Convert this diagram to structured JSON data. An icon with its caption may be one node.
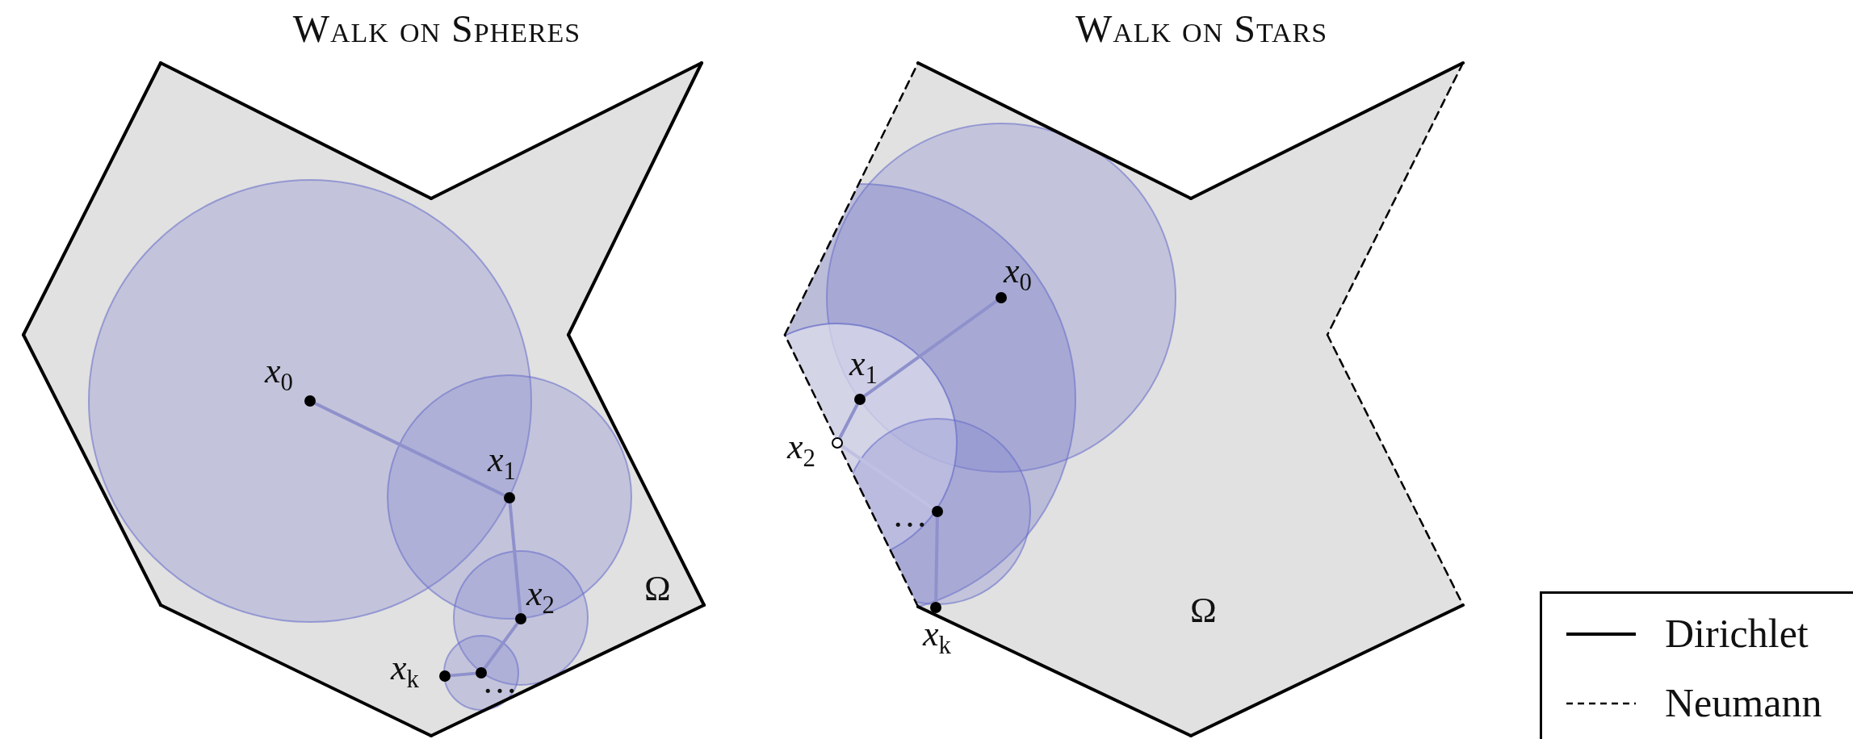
{
  "diagram": {
    "nodes": [
      {
        "text": [
          "Walk on Spheres",
          "Ω"
        ]
      },
      {
        "text": [],
        "shape": "circle",
        "in": 0,
        "beside": [
          "x$_{0}$"
        ]
      },
      {
        "text": [],
        "shape": "circle",
        "in": 0,
        "beside": [
          "x$_{1}$"
        ]
      },
      {
        "text": [],
        "shape": "circle",
        "in": 0,
        "beside": [
          "x$_{2}$"
        ]
      },
      {
        "text": [],
        "shape": "circle",
        "in": 0
      },
      {
        "text": [],
        "shape": "circle",
        "in": 0,
        "beside": [
          "x$_{k}$"
        ]
      },
      {
        "text": [
          "Walk on Stars",
          "Ω"
        ]
      },
      {
        "text": [],
        "shape": "circle",
        "in": 6,
        "beside": [
          "x$_{0}$"
        ]
      },
      {
        "text": [],
        "shape": "circle",
        "in": 6,
        "beside": [
          "x$_{1}$"
        ]
      },
      {
        "text": [],
        "shape": "ring",
        "in": 6,
        "beside": [
          "x$_{2}$"
        ]
      },
      {
        "text": [],
        "shape": "circle",
        "in": 6
      },
      {
        "text": [],
        "shape": "circle",
        "in": 6,
        "beside": [
          "x$_{k}$"
        ]
      }
    ],
    "edges": [
      {
        "from": 1,
        "to": 2,
        "arrow": "none"
      },
      {
        "from": 2,
        "to": 3,
        "arrow": "none"
      },
      {
        "from": 3,
        "to": 4,
        "arrow": "none"
      },
      {
        "from": 4,
        "to": 5,
        "arrow": "none"
      },
      {
        "from": 7,
        "to": 8,
        "arrow": "none"
      },
      {
        "from": 8,
        "to": 9,
        "arrow": "none"
      },
      {
        "from": 9,
        "to": 10,
        "arrow": "none",
        "color": "#bfc0e2"
      },
      {
        "from": 10,
        "to": 11,
        "arrow": "none"
      }
    ],
    "labels": [
      "…",
      "…"
    ],
    "legend": [
      {
        "text": "Dirichlet"
      },
      {
        "text": "Neumann"
      }
    ]
  }
}
